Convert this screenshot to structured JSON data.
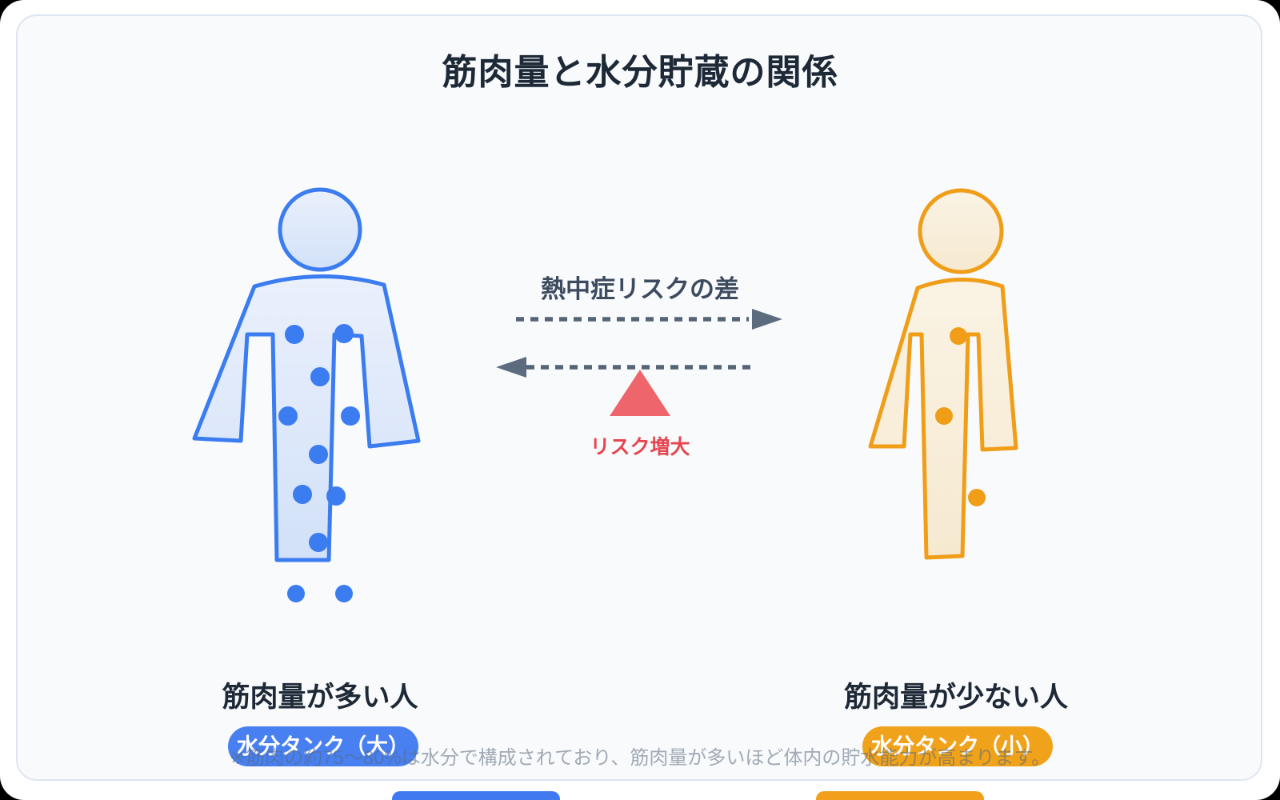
{
  "title": "筋肉量と水分貯蔵の関係",
  "comparison": {
    "left": {
      "label": "筋肉量が多い人",
      "badge": "水分タンク（大）",
      "figure": "high-muscle-person",
      "water_dot_count": 11
    },
    "right": {
      "label": "筋肉量が少ない人",
      "badge": "水分タンク（小）",
      "figure": "low-muscle-person",
      "water_dot_count": 3
    }
  },
  "risk_axis": {
    "label": "熱中症リスクの差",
    "warning": "リスク増大",
    "direction_top_arrow": "right",
    "direction_bottom_arrow": "left"
  },
  "footnote": "※筋肉の約75〜80%は水分で構成されており、筋肉量が多いほど体内の貯水能力が高まります。",
  "colors": {
    "card_background": "#f8fafc",
    "card_border": "#dfe5f0",
    "title_text": "#1e2937",
    "blue_stroke": "#3b7cf0",
    "blue_fill_top": "#eaf0fc",
    "blue_fill_bottom": "#d2e1f8",
    "blue_badge": "#4880f2",
    "orange_stroke": "#f09d18",
    "orange_fill_top": "#faf3e4",
    "orange_fill_bottom": "#f6e9d0",
    "orange_badge": "#f0a21a",
    "arrow_slate": "#5d6b7f",
    "risk_triangle": "#ee666c",
    "risk_text": "#e6454f",
    "footnote_gray": "#9aa5b5"
  }
}
